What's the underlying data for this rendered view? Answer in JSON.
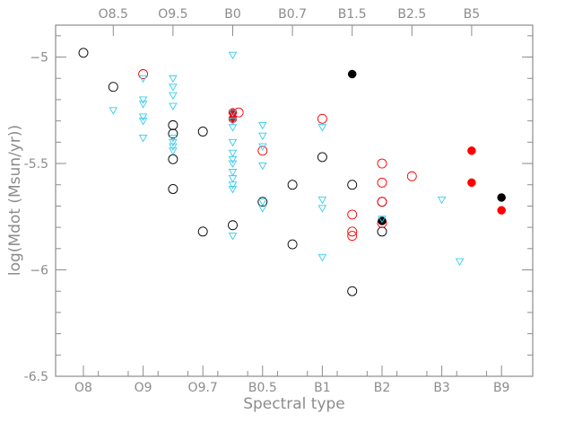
{
  "chart_data": {
    "type": "scatter",
    "xlabel": "Spectral type",
    "ylabel": "log(Mdot  (Msun/yr))",
    "xlim": [
      0,
      14.3
    ],
    "ylim": [
      -6.5,
      -4.85
    ],
    "grid": false,
    "legend": "none",
    "x_ticks_bottom": [
      {
        "x": 0,
        "label": "O8"
      },
      {
        "x": 2,
        "label": "O9"
      },
      {
        "x": 4,
        "label": "O9.7"
      },
      {
        "x": 6,
        "label": "B0.5"
      },
      {
        "x": 8,
        "label": "B1"
      },
      {
        "x": 10,
        "label": "B2"
      },
      {
        "x": 12,
        "label": "B3"
      },
      {
        "x": 14,
        "label": "B9"
      }
    ],
    "x_ticks_top": [
      {
        "x": 1,
        "label": "O8.5"
      },
      {
        "x": 3,
        "label": "O9.5"
      },
      {
        "x": 5,
        "label": "B0"
      },
      {
        "x": 7,
        "label": "B0.7"
      },
      {
        "x": 9,
        "label": "B1.5"
      },
      {
        "x": 11,
        "label": "B2.5"
      },
      {
        "x": 13,
        "label": "B5"
      }
    ],
    "y_ticks": [
      {
        "y": -5,
        "label": "−5"
      },
      {
        "y": -5.5,
        "label": "-5.5"
      },
      {
        "y": -6,
        "label": "−6"
      },
      {
        "y": -6.5,
        "label": "-6.5"
      }
    ],
    "series": [
      {
        "marker": "open-circle",
        "color": "#000000",
        "points": [
          [
            0,
            -4.98
          ],
          [
            1,
            -5.14
          ],
          [
            3,
            -5.32
          ],
          [
            3,
            -5.36
          ],
          [
            3,
            -5.48
          ],
          [
            3,
            -5.62
          ],
          [
            4,
            -5.35
          ],
          [
            4,
            -5.82
          ],
          [
            5,
            -5.79
          ],
          [
            6,
            -5.68
          ],
          [
            7,
            -5.6
          ],
          [
            7,
            -5.88
          ],
          [
            8,
            -5.47
          ],
          [
            9,
            -5.6
          ],
          [
            9,
            -6.1
          ],
          [
            10,
            -5.68
          ],
          [
            10,
            -5.82
          ]
        ]
      },
      {
        "marker": "open-circle",
        "color": "#ff0000",
        "points": [
          [
            2,
            -5.08
          ],
          [
            5.2,
            -5.26
          ],
          [
            6,
            -5.44
          ],
          [
            8,
            -5.29
          ],
          [
            9,
            -5.74
          ],
          [
            9,
            -5.82
          ],
          [
            9,
            -5.84
          ],
          [
            10,
            -5.5
          ],
          [
            10,
            -5.59
          ],
          [
            10,
            -5.68
          ],
          [
            10,
            -5.78
          ],
          [
            11,
            -5.56
          ]
        ]
      },
      {
        "marker": "filled-circle",
        "color": "#ff0000",
        "points": [
          [
            5,
            -5.26
          ],
          [
            5,
            -5.29
          ],
          [
            13,
            -5.44
          ],
          [
            13,
            -5.59
          ],
          [
            14,
            -5.72
          ]
        ]
      },
      {
        "marker": "filled-circle",
        "color": "#000000",
        "points": [
          [
            9,
            -5.08
          ],
          [
            10,
            -5.77
          ],
          [
            14,
            -5.66
          ]
        ]
      },
      {
        "marker": "down-triangle",
        "color": "#33ccee",
        "points": [
          [
            1,
            -5.25
          ],
          [
            2,
            -5.1
          ],
          [
            2,
            -5.2
          ],
          [
            2,
            -5.22
          ],
          [
            2,
            -5.28
          ],
          [
            2,
            -5.3
          ],
          [
            2,
            -5.38
          ],
          [
            3,
            -5.1
          ],
          [
            3,
            -5.14
          ],
          [
            3,
            -5.18
          ],
          [
            3,
            -5.23
          ],
          [
            3,
            -5.38
          ],
          [
            3,
            -5.4
          ],
          [
            3,
            -5.42
          ],
          [
            3,
            -5.44
          ],
          [
            5,
            -4.99
          ],
          [
            5,
            -5.26
          ],
          [
            5,
            -5.3
          ],
          [
            5,
            -5.33
          ],
          [
            5,
            -5.4
          ],
          [
            5,
            -5.45
          ],
          [
            5,
            -5.48
          ],
          [
            5,
            -5.5
          ],
          [
            5,
            -5.54
          ],
          [
            5,
            -5.57
          ],
          [
            5,
            -5.6
          ],
          [
            5,
            -5.62
          ],
          [
            5,
            -5.84
          ],
          [
            6,
            -5.32
          ],
          [
            6,
            -5.37
          ],
          [
            6,
            -5.42
          ],
          [
            6,
            -5.51
          ],
          [
            6,
            -5.68
          ],
          [
            6,
            -5.71
          ],
          [
            8,
            -5.33
          ],
          [
            8,
            -5.67
          ],
          [
            8,
            -5.71
          ],
          [
            8,
            -5.94
          ],
          [
            10,
            -5.76
          ],
          [
            12,
            -5.67
          ],
          [
            12.6,
            -5.96
          ]
        ]
      }
    ]
  }
}
